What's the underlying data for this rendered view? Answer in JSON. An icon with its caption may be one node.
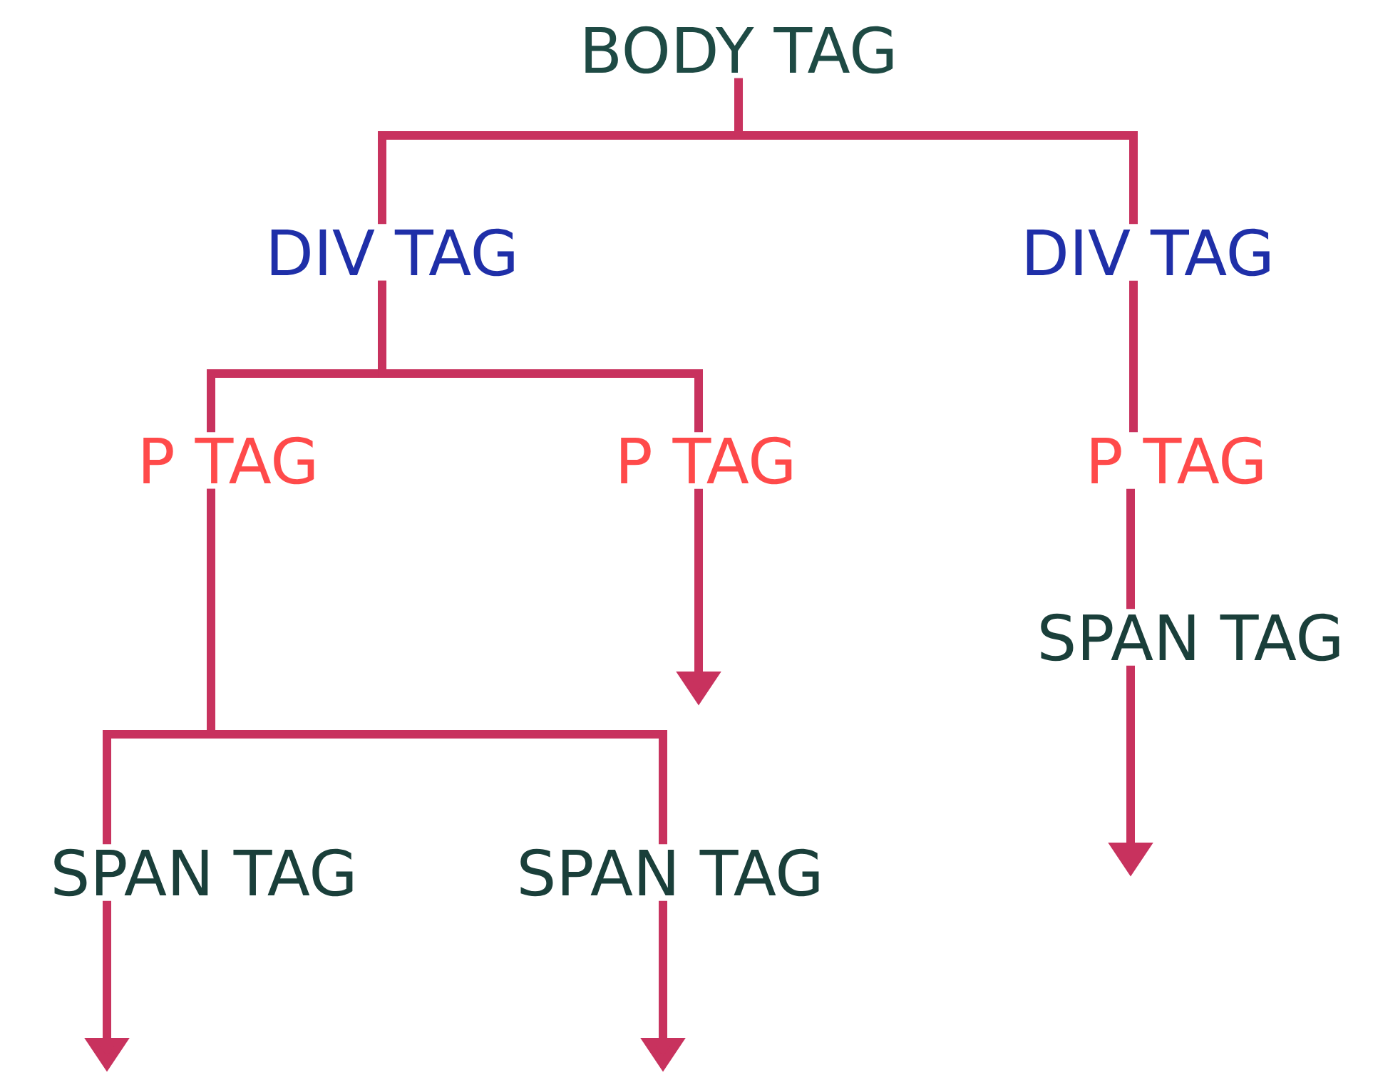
{
  "diagram": {
    "nodes": [
      {
        "text": [
          "BODY TAG"
        ]
      },
      {
        "text": [
          "DIV TAG"
        ]
      },
      {
        "text": [
          "DIV TAG"
        ]
      },
      {
        "text": [
          "P TAG"
        ]
      },
      {
        "text": [
          "P TAG"
        ]
      },
      {
        "text": [
          "P TAG"
        ]
      },
      {
        "text": [
          "SPAN TAG"
        ]
      },
      {
        "text": [
          "SPAN TAG"
        ]
      },
      {
        "text": [
          "SPAN TAG"
        ]
      }
    ],
    "edges": [
      {
        "from": 0,
        "to": 1,
        "arrow": "none"
      },
      {
        "from": 0,
        "to": 2,
        "arrow": "none"
      },
      {
        "from": 1,
        "to": 3,
        "arrow": "none"
      },
      {
        "from": 1,
        "to": 4,
        "arrow": "none"
      },
      {
        "from": 2,
        "to": 5,
        "arrow": "none"
      },
      {
        "from": 3,
        "to": 7,
        "arrow": "none"
      },
      {
        "from": 3,
        "to": 8,
        "arrow": "none"
      },
      {
        "from": 5,
        "to": 6,
        "arrow": "none"
      },
      {
        "from": 4,
        "to": null,
        "arrow": "to"
      },
      {
        "from": 6,
        "to": null,
        "arrow": "to"
      },
      {
        "from": 7,
        "to": null,
        "arrow": "to"
      },
      {
        "from": 8,
        "to": null,
        "arrow": "to"
      }
    ]
  }
}
